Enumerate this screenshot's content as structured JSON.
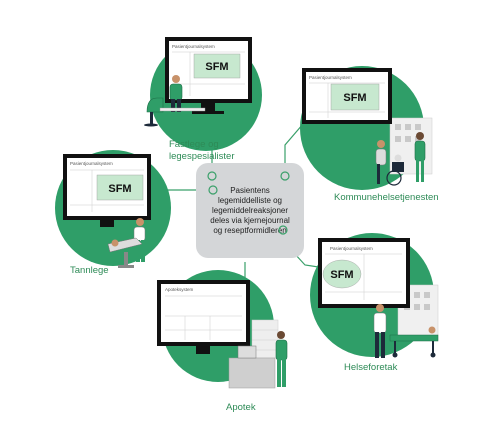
{
  "colors": {
    "circle": "#2f9e68",
    "accent_line": "#3aa06a",
    "label": "#2e8b57",
    "hub": "#d4d6d8",
    "sfm_box": "#c7e8cf",
    "monitor": "#111111"
  },
  "hub": {
    "lines": [
      "Pasientens",
      "legemiddelliste og",
      "legemiddelreaksjoner",
      "deles via kjernejournal",
      "og reseptformidleren"
    ]
  },
  "nodes": {
    "fastlege": {
      "label_lines": [
        "Fastlege og",
        "legespesialister"
      ],
      "screen_title": "Pasientjournalsystem",
      "sfm": "SFM",
      "icon": "doctor-at-desk"
    },
    "kommune": {
      "label_lines": [
        "Kommunehelsetjenesten"
      ],
      "screen_title": "Pasientjournalsystem",
      "sfm": "SFM",
      "icon": "nurse-with-wheelchair"
    },
    "tannlege": {
      "label_lines": [
        "Tannlege"
      ],
      "screen_title": "Pasientjournalsystem",
      "sfm": "SFM",
      "icon": "dentist-chair"
    },
    "helseforetak": {
      "label_lines": [
        "Helseforetak"
      ],
      "screen_title": "Pasientjournalsystem",
      "sfm": "SFM",
      "icon": "doctor-with-hospital-bed"
    },
    "apotek": {
      "label_lines": [
        "Apotek"
      ],
      "screen_title": "Apoteksystem",
      "sfm": "",
      "icon": "pharmacist-at-counter"
    }
  }
}
